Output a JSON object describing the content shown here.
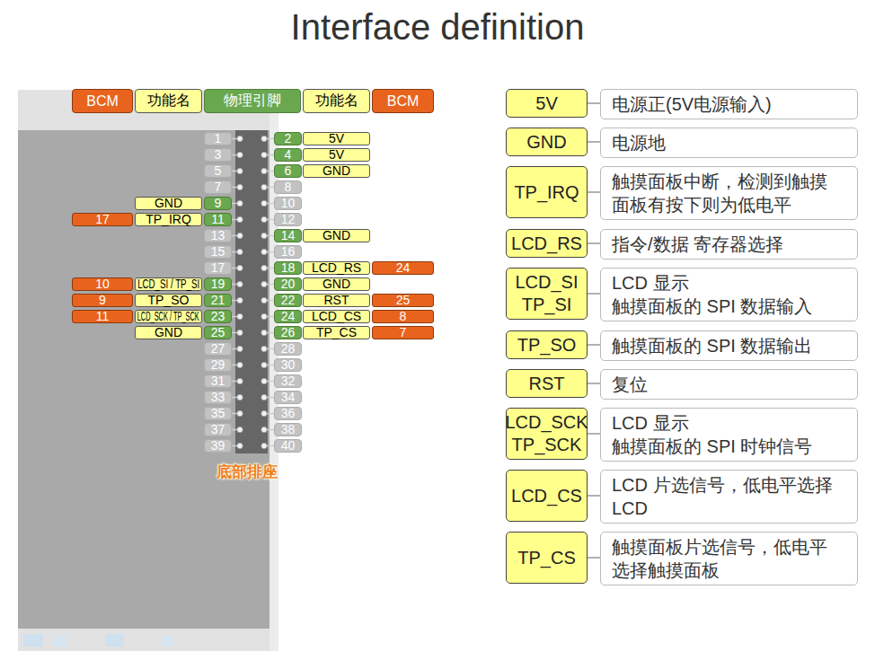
{
  "diagram": {
    "title": "Interface definition",
    "nodes": [
      {
        "text": [
          "BCM"
        ]
      },
      {
        "text": [
          "功能名"
        ]
      },
      {
        "text": [
          "物理引脚"
        ]
      },
      {
        "text": [
          "功能名"
        ]
      },
      {
        "text": [
          "BCM"
        ]
      },
      {
        "text": [
          "1"
        ]
      },
      {
        "text": [
          "2"
        ]
      },
      {
        "text": [
          "5V"
        ]
      },
      {
        "text": [
          "3"
        ]
      },
      {
        "text": [
          "4"
        ]
      },
      {
        "text": [
          "5V"
        ]
      },
      {
        "text": [
          "5"
        ]
      },
      {
        "text": [
          "6"
        ]
      },
      {
        "text": [
          "GND"
        ]
      },
      {
        "text": [
          "7"
        ]
      },
      {
        "text": [
          "8"
        ]
      },
      {
        "text": [
          "GND"
        ]
      },
      {
        "text": [
          "9"
        ]
      },
      {
        "text": [
          "10"
        ]
      },
      {
        "text": [
          "17"
        ]
      },
      {
        "text": [
          "TP_IRQ"
        ]
      },
      {
        "text": [
          "11"
        ]
      },
      {
        "text": [
          "12"
        ]
      },
      {
        "text": [
          "13"
        ]
      },
      {
        "text": [
          "14"
        ]
      },
      {
        "text": [
          "GND"
        ]
      },
      {
        "text": [
          "15"
        ]
      },
      {
        "text": [
          "16"
        ]
      },
      {
        "text": [
          "17"
        ]
      },
      {
        "text": [
          "18"
        ]
      },
      {
        "text": [
          "LCD_RS"
        ]
      },
      {
        "text": [
          "24"
        ]
      },
      {
        "text": [
          "10"
        ]
      },
      {
        "text": [
          "LCD_SI / TP_SI"
        ]
      },
      {
        "text": [
          "19"
        ]
      },
      {
        "text": [
          "20"
        ]
      },
      {
        "text": [
          "GND"
        ]
      },
      {
        "text": [
          "9"
        ]
      },
      {
        "text": [
          "TP_SO"
        ]
      },
      {
        "text": [
          "21"
        ]
      },
      {
        "text": [
          "22"
        ]
      },
      {
        "text": [
          "RST"
        ]
      },
      {
        "text": [
          "25"
        ]
      },
      {
        "text": [
          "11"
        ]
      },
      {
        "text": [
          "LCD_SCK / TP_SCK"
        ]
      },
      {
        "text": [
          "23"
        ]
      },
      {
        "text": [
          "24"
        ]
      },
      {
        "text": [
          "LCD_CS"
        ]
      },
      {
        "text": [
          "8"
        ]
      },
      {
        "text": [
          "GND"
        ]
      },
      {
        "text": [
          "25"
        ]
      },
      {
        "text": [
          "26"
        ]
      },
      {
        "text": [
          "TP_CS"
        ]
      },
      {
        "text": [
          "7"
        ]
      },
      {
        "text": [
          "27"
        ]
      },
      {
        "text": [
          "28"
        ]
      },
      {
        "text": [
          "29"
        ]
      },
      {
        "text": [
          "30"
        ]
      },
      {
        "text": [
          "31"
        ]
      },
      {
        "text": [
          "32"
        ]
      },
      {
        "text": [
          "33"
        ]
      },
      {
        "text": [
          "34"
        ]
      },
      {
        "text": [
          "35"
        ]
      },
      {
        "text": [
          "36"
        ]
      },
      {
        "text": [
          "37"
        ]
      },
      {
        "text": [
          "38"
        ]
      },
      {
        "text": [
          "39"
        ]
      },
      {
        "text": [
          "40"
        ]
      },
      {
        "text": [
          "5V"
        ]
      },
      {
        "text": [
          "电源正(5V电源输入)"
        ]
      },
      {
        "text": [
          "GND"
        ]
      },
      {
        "text": [
          "电源地"
        ]
      },
      {
        "text": [
          "TP_IRQ"
        ]
      },
      {
        "text": [
          "触摸面板中断，检测到触摸面板有按下则为低电平"
        ]
      },
      {
        "text": [
          "LCD_RS"
        ]
      },
      {
        "text": [
          "指令/数据 寄存器选择"
        ]
      },
      {
        "text": [
          "LCD_SI",
          "TP_SI"
        ]
      },
      {
        "text": [
          "LCD 显示",
          "触摸面板的 SPI 数据输入"
        ]
      },
      {
        "text": [
          "TP_SO"
        ]
      },
      {
        "text": [
          "触摸面板的 SPI 数据输出"
        ]
      },
      {
        "text": [
          "RST"
        ]
      },
      {
        "text": [
          "复位"
        ]
      },
      {
        "text": [
          "LCD_SCK",
          "TP_SCK"
        ]
      },
      {
        "text": [
          "LCD 显示",
          "触摸面板的 SPI 时钟信号"
        ]
      },
      {
        "text": [
          "LCD_CS"
        ]
      },
      {
        "text": [
          "LCD 片选信号，低电平选择 LCD"
        ]
      },
      {
        "text": [
          "TP_CS"
        ]
      },
      {
        "text": [
          "触摸面板片选信号，低电平选择触摸面板"
        ]
      }
    ],
    "edges": [
      {
        "from": 68,
        "to": 69,
        "arrow": "none"
      },
      {
        "from": 70,
        "to": 71,
        "arrow": "none"
      },
      {
        "from": 72,
        "to": 73,
        "arrow": "none"
      },
      {
        "from": 74,
        "to": 75,
        "arrow": "none"
      },
      {
        "from": 76,
        "to": 77,
        "arrow": "none"
      },
      {
        "from": 78,
        "to": 79,
        "arrow": "none"
      },
      {
        "from": 80,
        "to": 81,
        "arrow": "none"
      },
      {
        "from": 82,
        "to": 83,
        "arrow": "none"
      },
      {
        "from": 84,
        "to": 85,
        "arrow": "none"
      },
      {
        "from": 86,
        "to": 87,
        "arrow": "none"
      }
    ],
    "labels": [
      "底部排座"
    ]
  }
}
